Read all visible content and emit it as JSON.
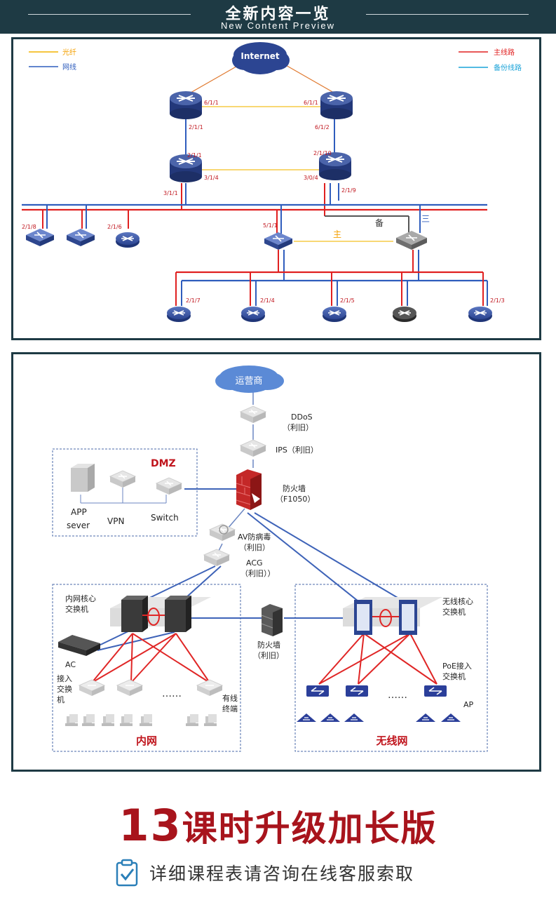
{
  "header": {
    "title": "全新内容一览",
    "subtitle": "New Content Preview"
  },
  "diagram1": {
    "legend": {
      "fiber": "光纤",
      "network": "网线",
      "main_line": "主线路",
      "backup_line": "备份线路"
    },
    "cloud": "Internet",
    "ports": {
      "r1_right": "6/1/1",
      "r2_left": "6/1/1",
      "r1_down": "2/1/1",
      "r2_down": "6/1/2",
      "r3_up": "2/1/1",
      "r4_up": "2/1/10",
      "r3_right": "3/1/4",
      "r4_left": "3/0/4",
      "r3_down": "3/1/1",
      "r4_down": "2/1/9",
      "left_sw1": "2/1/8",
      "left_router": "2/1/6",
      "mid_sw": "5/1/1",
      "b1": "2/1/7",
      "b2": "2/1/4",
      "b3": "2/1/5",
      "b5": "2/1/3"
    },
    "labels": {
      "main": "主",
      "backup": "备",
      "third": "三"
    }
  },
  "diagram2": {
    "cloud": "运营商",
    "ddos": "DDoS",
    "ddos_note": "（利旧）",
    "ips": "IPS（利旧）",
    "dmz": "DMZ",
    "app1": "APP",
    "app2": "sever",
    "vpn": "VPN",
    "switch": "Switch",
    "firewall1": "防火墙",
    "firewall1_model": "（F1050）",
    "av": "AV防病毒",
    "av_note": "（利旧）",
    "acg": "ACG",
    "acg_note": "（利旧））",
    "core_in1": "内网核心",
    "core_in2": "交换机",
    "core_wl1": "无线核心",
    "core_wl2": "交换机",
    "firewall2": "防火墙",
    "firewall2_note": "（利旧）",
    "ac": "AC",
    "access1": "接入",
    "access2": "交换",
    "access3": "机",
    "poe1": "PoE接入",
    "poe2": "交换机",
    "dots": "……",
    "wired1": "有线",
    "wired2": "终端",
    "ap": "AP",
    "zone_in": "内网",
    "zone_wl": "无线网"
  },
  "footer": {
    "number": "13",
    "title": "课时升级加长版",
    "detail": "详细课程表请咨询在线客服索取"
  }
}
